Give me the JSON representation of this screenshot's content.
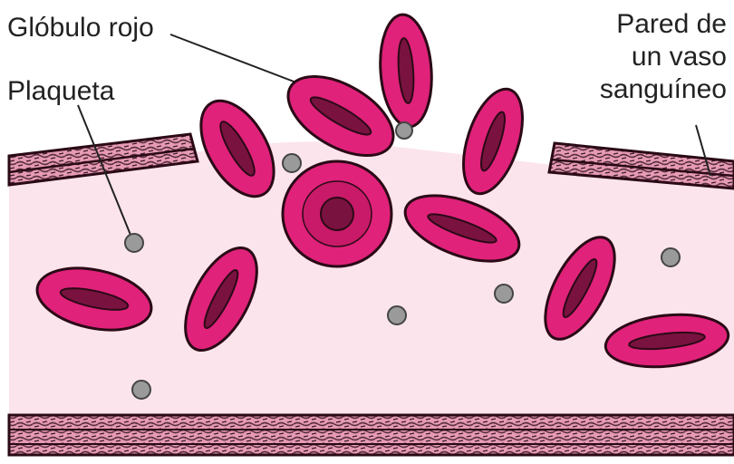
{
  "labels": {
    "red_blood_cell": "Glóbulo rojo",
    "platelet": "Plaqueta",
    "vessel_wall_line1": "Pared de",
    "vessel_wall_line2": "un vaso",
    "vessel_wall_line3": "sanguíneo"
  },
  "colors": {
    "plasma": "#fbe4ec",
    "wall": "#e69ab4",
    "wall_dark": "#5a3040",
    "cell": "#e0227a",
    "cell_rim": "#2a0a16",
    "cell_core": "#7a1240",
    "platelet": "#9a9a9a"
  }
}
